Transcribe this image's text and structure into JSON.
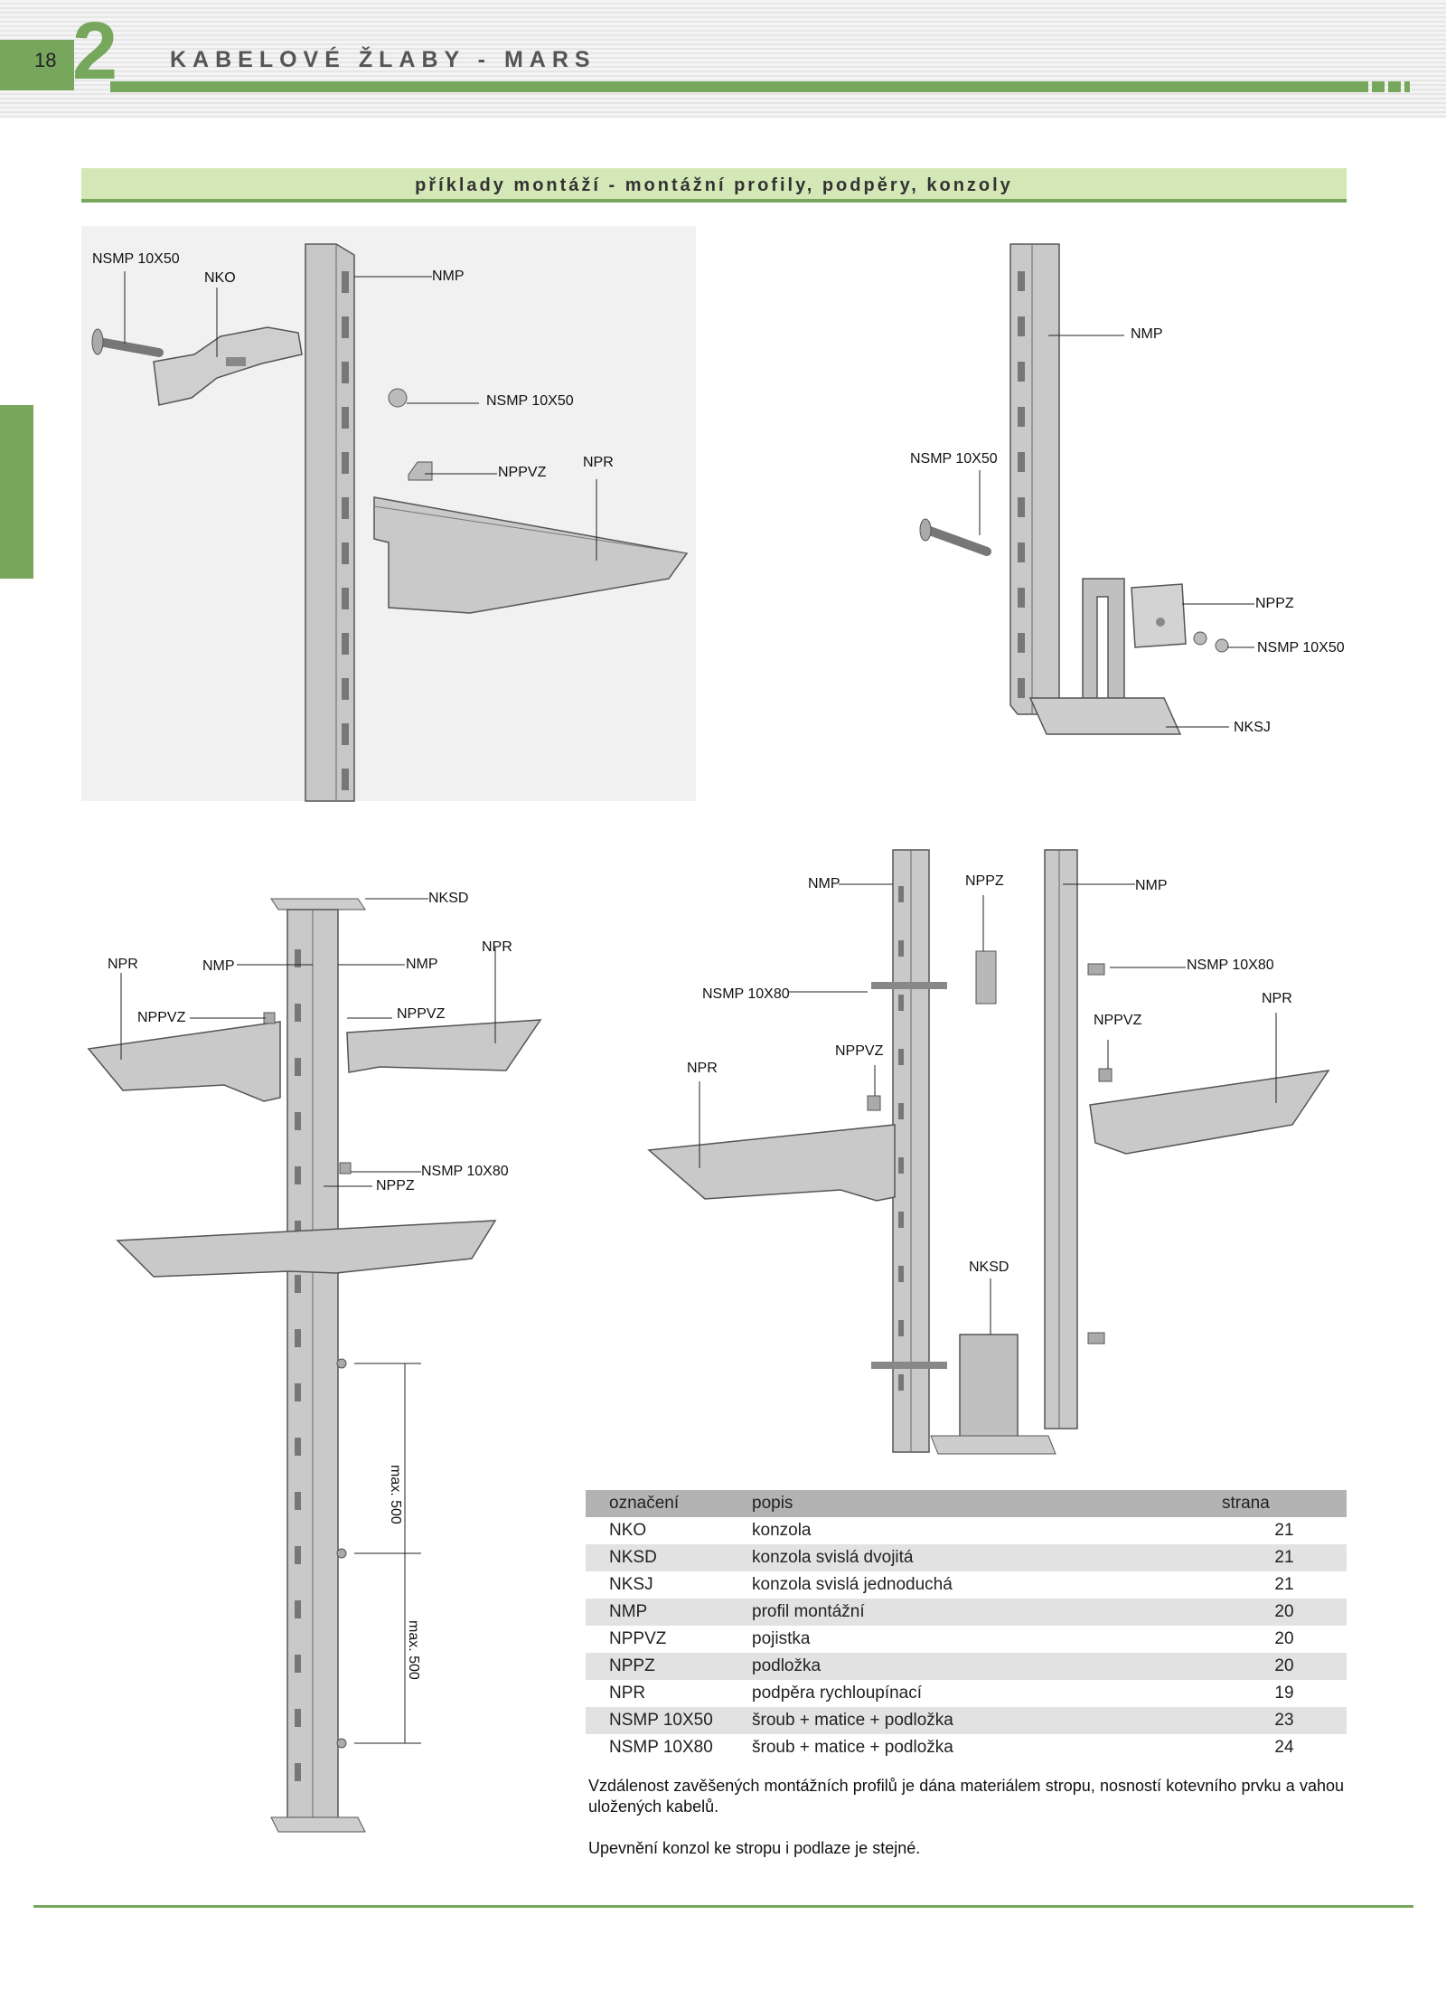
{
  "header": {
    "page_number": "18",
    "chapter_number": "2",
    "title": "KABELOVÉ ŽLABY - MARS"
  },
  "section_title": "příklady montáží - montážní profily, podpěry, konzoly",
  "figures": {
    "top_left": {
      "labels": [
        "NSMP 10X50",
        "NKO",
        "NMP",
        "NSMP 10X50",
        "NPPVZ",
        "NPR"
      ]
    },
    "top_right": {
      "labels": [
        "NMP",
        "NSMP 10X50",
        "NPPZ",
        "NSMP 10X50",
        "NKSJ"
      ]
    },
    "bottom_left": {
      "labels": [
        "NKSD",
        "NPR",
        "NMP",
        "NMP",
        "NPR",
        "NPPVZ",
        "NPPVZ",
        "NSMP 10X80",
        "NPPZ"
      ],
      "dimension_labels": [
        "max. 500",
        "max. 500"
      ]
    },
    "bottom_right": {
      "labels": [
        "NMP",
        "NPPZ",
        "NMP",
        "NSMP 10X80",
        "NSMP 10X80",
        "NPR",
        "NPPVZ",
        "NPR",
        "NPPVZ",
        "NKSD"
      ]
    }
  },
  "parts_table": {
    "headers": [
      "označení",
      "popis",
      "strana"
    ],
    "rows": [
      [
        "NKO",
        "konzola",
        "21"
      ],
      [
        "NKSD",
        "konzola svislá dvojitá",
        "21"
      ],
      [
        "NKSJ",
        "konzola svislá jednoduchá",
        "21"
      ],
      [
        "NMP",
        "profil montážní",
        "20"
      ],
      [
        "NPPVZ",
        "pojistka",
        "20"
      ],
      [
        "NPPZ",
        "podložka",
        "20"
      ],
      [
        "NPR",
        "podpěra rychloupínací",
        "19"
      ],
      [
        "NSMP 10X50",
        "šroub + matice + podložka",
        "23"
      ],
      [
        "NSMP 10X80",
        "šroub + matice + podložka",
        "24"
      ]
    ]
  },
  "notes": [
    "Vzdálenost zavěšených montážních profilů je dána materiálem stropu, nosností kotevního prvku a vahou uložených kabelů.",
    "Upevnění konzol ke stropu i podlaze je stejné."
  ],
  "colors": {
    "brand_green": "#77a75d",
    "section_bar": "#d3e8b6",
    "table_header": "#b3b3b3",
    "table_stripe": "#e2e2e2",
    "metal": "#c9c9c9"
  }
}
